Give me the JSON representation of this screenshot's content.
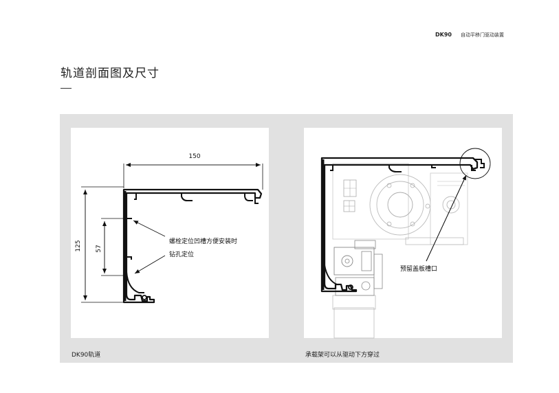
{
  "header": {
    "model": "DK90",
    "product_title": "自动平移门驱动装置"
  },
  "page": {
    "title": "轨道剖面图及尺寸"
  },
  "left_figure": {
    "dim_width": "150",
    "dim_height": "125",
    "dim_slot": "57",
    "note_line1": "螺栓定位凹槽方便安装时",
    "note_line2": "钻孔定位",
    "caption": "DK90轨道"
  },
  "right_figure": {
    "callout": "预留盖板槽口",
    "caption": "承载架可以从驱动下方穿过"
  },
  "colors": {
    "panel_bg": "#e1e1e1",
    "card_bg": "#ffffff",
    "ink": "#111111"
  }
}
